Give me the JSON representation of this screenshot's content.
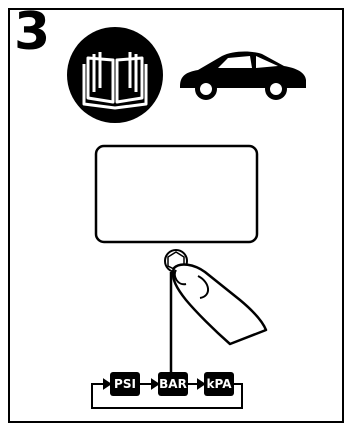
{
  "step_number": "3",
  "icons": {
    "manual": "book-icon",
    "vehicle": "car-icon",
    "finger": "finger-press-icon"
  },
  "units": [
    "PSI",
    "BAR",
    "kPA"
  ],
  "colors": {
    "ink": "#000000",
    "paper": "#ffffff"
  }
}
